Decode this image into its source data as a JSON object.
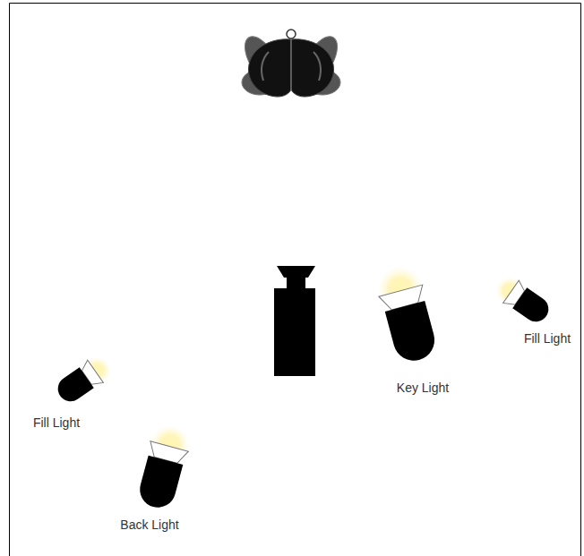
{
  "diagram": {
    "labels": [
      "Fill Light",
      "Key Light",
      "Fill Light",
      "Back Light"
    ]
  }
}
